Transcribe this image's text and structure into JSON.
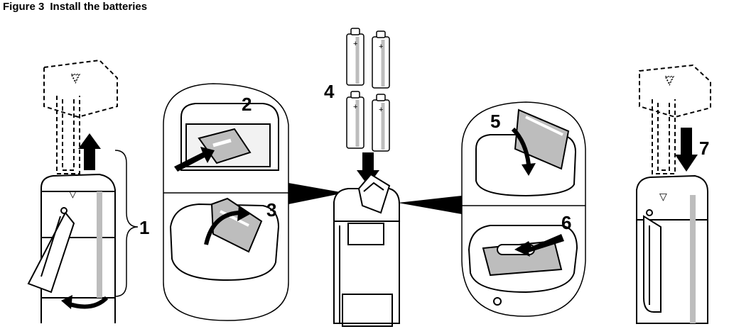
{
  "figure": {
    "label": "Figure 3",
    "title": "Install the batteries"
  },
  "steps": [
    "1",
    "2",
    "3",
    "4",
    "5",
    "6",
    "7"
  ],
  "battery_polarity": "+",
  "colors": {
    "outline": "#000000",
    "body": "#ffffff",
    "shade": "#bdbdbd",
    "dark_shade": "#8f8f8f"
  }
}
